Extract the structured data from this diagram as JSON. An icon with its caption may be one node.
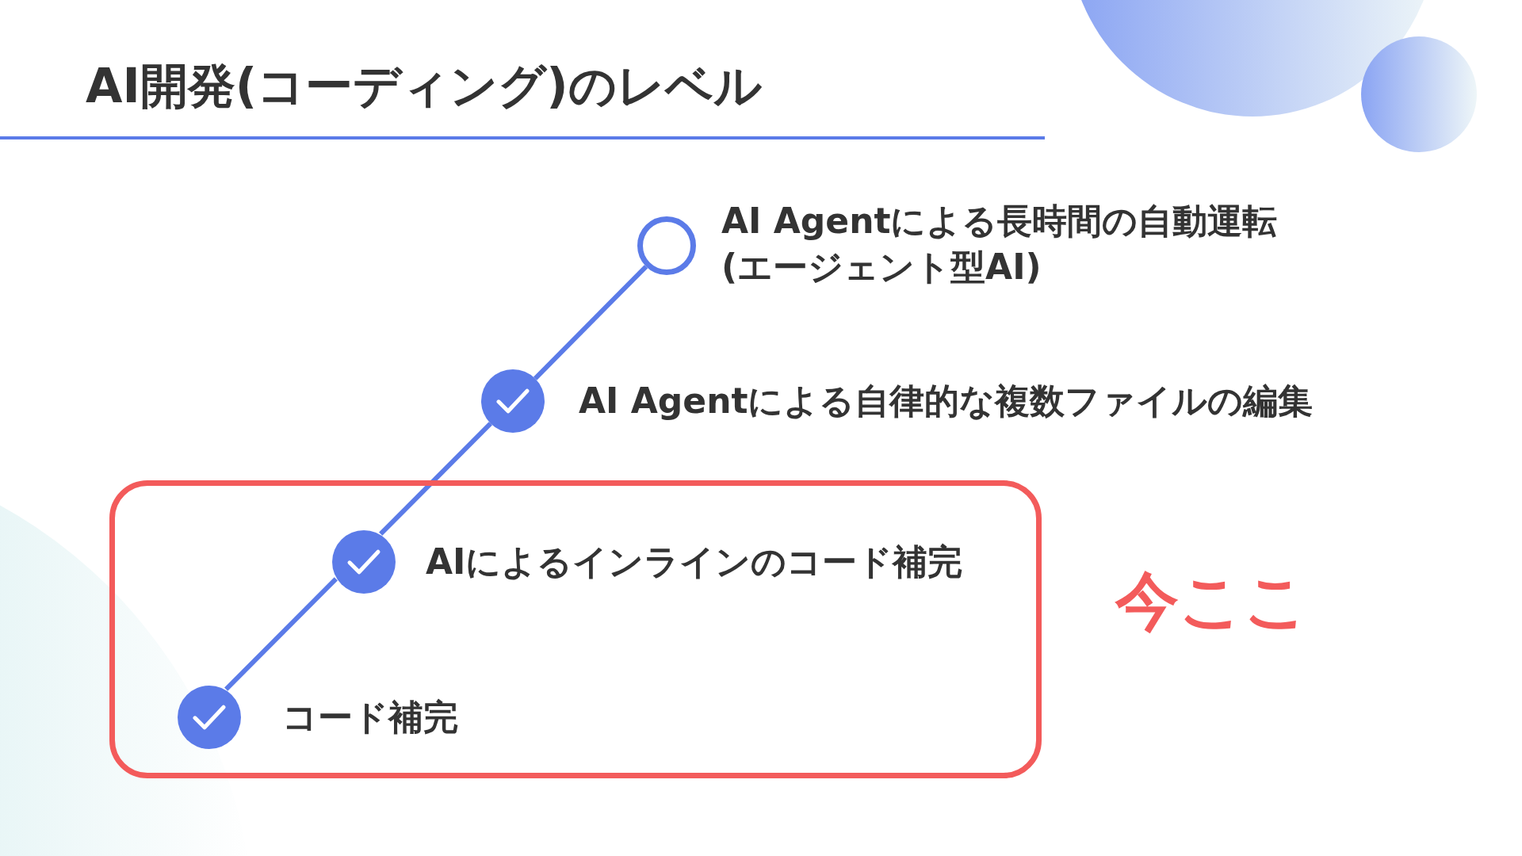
{
  "diagram": {
    "title": "AI開発(コーディング)のレベル",
    "nodes": [
      {
        "text": [],
        "shape": "circle",
        "beside": [
          "AI Agentによる長時間の自動運転 (エージェント型AI)"
        ]
      },
      {
        "text": [],
        "shape": "checkmark",
        "beside": [
          "AI Agentによる自律的な複数ファイルの編集"
        ]
      },
      {
        "text": [
          "今ここ"
        ]
      },
      {
        "text": [],
        "shape": "checkmark",
        "in": 2,
        "beside": [
          "AIによるインラインのコード補完"
        ]
      },
      {
        "text": [],
        "shape": "checkmark",
        "in": 2,
        "beside": [
          "コード補完"
        ]
      }
    ],
    "edges": [
      {
        "from": 4,
        "to": 3,
        "arrow": "none"
      },
      {
        "from": 3,
        "to": 1,
        "arrow": "none"
      },
      {
        "from": 1,
        "to": 0,
        "arrow": "none"
      }
    ]
  }
}
